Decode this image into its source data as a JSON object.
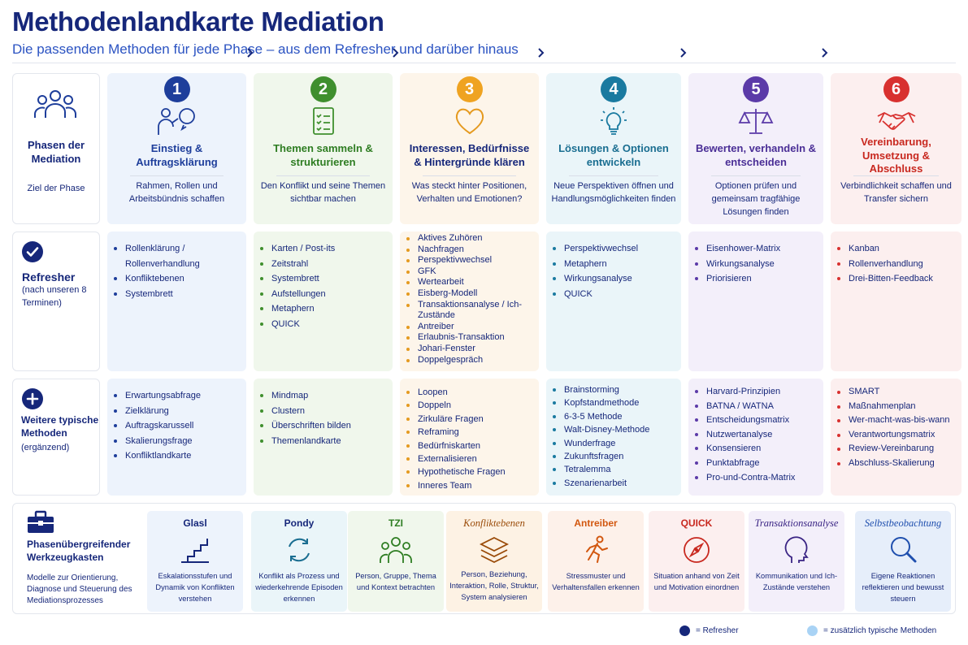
{
  "header": {
    "title": "Methodenlandkarte Mediation",
    "subtitle": "Die passenden Methoden für jede Phase – aus dem Refresher und darüber hinaus"
  },
  "labels": {
    "phases_title": "Phasen der Mediation",
    "phases_sub": "Ziel der Phase",
    "refresher_title": "Refresher",
    "refresher_sub": "(nach unseren 8 Terminen)",
    "more_title": "Weitere typische Methoden",
    "more_sub": "(ergänzend)"
  },
  "phases": [
    {
      "number": "1",
      "name": "Einstieg & Auftragsklärung",
      "goal": "Rahmen, Rollen und Arbeitsbündnis schaffen",
      "accent": "#1e3e9b",
      "icon": "people-dialog-icon",
      "refresher": [
        "Rollenklärung / Rollenverhandlung",
        "Konfliktebenen",
        "Systembrett"
      ],
      "more": [
        "Erwartungsabfrage",
        "Zielklärung",
        "Auftragskarussell",
        "Skalierungsfrage",
        "Konfliktlandkarte"
      ]
    },
    {
      "number": "2",
      "name": "Themen sammeln & strukturieren",
      "goal": "Den Konflikt und seine Themen sichtbar machen",
      "accent": "#3f8f2e",
      "icon": "checklist-icon",
      "refresher": [
        "Karten / Post-its",
        "Zeitstrahl",
        "Systembrett",
        "Aufstellungen",
        "Metaphern",
        "QUICK"
      ],
      "more": [
        "Mindmap",
        "Clustern",
        "Überschriften bilden",
        "Themenlandkarte"
      ]
    },
    {
      "number": "3",
      "name": "Interessen, Bedürfnisse & Hintergründe klären",
      "goal": "Was steckt hinter Positionen, Verhalten und Emotionen?",
      "accent": "#e59a1f",
      "icon": "heart-icon",
      "refresher": [
        "Aktives Zuhören",
        "Nachfragen",
        "Perspektivwechsel",
        "GFK",
        "Wertearbeit",
        "Eisberg-Modell",
        "Transaktionsanalyse / Ich-Zustände",
        "Antreiber",
        "Erlaubnis-Transaktion",
        "Johari-Fenster",
        "Doppelgespräch"
      ],
      "more": [
        "Loopen",
        "Doppeln",
        "Zirkuläre Fragen",
        "Reframing",
        "Bedürfniskarten",
        "Externalisieren",
        "Hypothetische Fragen",
        "Inneres Team"
      ]
    },
    {
      "number": "4",
      "name": "Lösungen & Optionen entwickeln",
      "goal": "Neue Perspektiven öffnen und Handlungsmöglichkeiten finden",
      "accent": "#1a7aa0",
      "icon": "lightbulb-icon",
      "refresher": [
        "Perspektivwechsel",
        "Metaphern",
        "Wirkungsanalyse",
        "QUICK"
      ],
      "more": [
        "Brainstorming",
        "Kopfstandmethode",
        "6-3-5 Methode",
        "Walt-Disney-Methode",
        "Wunderfrage",
        "Zukunftsfragen",
        "Tetralemma",
        "Szenarienarbeit"
      ]
    },
    {
      "number": "5",
      "name": "Bewerten, verhandeln & entscheiden",
      "goal": "Optionen prüfen und gemeinsam tragfähige Lösungen finden",
      "accent": "#5b3aa8",
      "icon": "scales-icon",
      "refresher": [
        "Eisenhower-Matrix",
        "Wirkungsanalyse",
        "Priorisieren"
      ],
      "more": [
        "Harvard-Prinzipien",
        "BATNA / WATNA",
        "Entscheidungsmatrix",
        "Nutzwertanalyse",
        "Konsensieren",
        "Punktabfrage",
        "Pro-und-Contra-Matrix"
      ]
    },
    {
      "number": "6",
      "name": "Vereinbarung, Umsetzung & Abschluss",
      "goal": "Verbindlichkeit schaffen und Transfer sichern",
      "accent": "#d8312f",
      "icon": "handshake-icon",
      "refresher": [
        "Kanban",
        "Rollenverhandlung",
        "Drei-Bitten-Feedback"
      ],
      "more": [
        "SMART",
        "Maßnahmenplan",
        "Wer-macht-was-bis-wann",
        "Verantwortungsmatrix",
        "Review-Vereinbarung",
        "Abschluss-Skalierung"
      ]
    }
  ],
  "toolbox": {
    "title": "Phasenübergreifender Werkzeugkasten",
    "description": "Modelle zur Orientierung, Diagnose und Steuerung des Mediationsprozesses",
    "tools": [
      {
        "name": "Glasl",
        "desc": "Eskalationsstufen und Dynamik von Konflikten verstehen",
        "icon": "stairs-icon",
        "bg": "#edf3fc",
        "color": "#16277a"
      },
      {
        "name": "Pondy",
        "desc": "Konflikt als Prozess und wiederkehrende Episoden erkennen",
        "icon": "cycle-icon",
        "bg": "#eaf5f9",
        "color": "#16277a"
      },
      {
        "name": "TZI",
        "desc": "Person, Gruppe, Thema und Kontext betrachten",
        "icon": "group-icon",
        "bg": "#f0f7ec",
        "color": "#2e7d22"
      },
      {
        "name": "Konfliktebenen",
        "desc": "Person, Beziehung, Interaktion, Rolle, Struktur, System analysieren",
        "icon": "layers-icon",
        "bg": "#fdf2e4",
        "color": "#9a4b08"
      },
      {
        "name": "Antreiber",
        "desc": "Stressmuster und Verhaltensfallen erkennen",
        "icon": "runner-icon",
        "bg": "#fdf1ea",
        "color": "#d2570f"
      },
      {
        "name": "QUICK",
        "desc": "Situation anhand von Zeit und Motivation einordnen",
        "icon": "compass-icon",
        "bg": "#fcefef",
        "color": "#c8281f"
      },
      {
        "name": "Transaktionsanalyse",
        "desc": "Kommunikation und Ich-Zustände verstehen",
        "icon": "head-profile-icon",
        "bg": "#f3effa",
        "color": "#3a2484"
      },
      {
        "name": "Selbstbeobachtung",
        "desc": "Eigene Reaktionen reflektieren und bewusst steuern",
        "icon": "magnifier-icon",
        "bg": "#e6eefa",
        "color": "#1f4fae"
      }
    ]
  },
  "legend": [
    {
      "label": "= Refresher",
      "color": "#16277a"
    },
    {
      "label": "= zusätzlich typische Methoden",
      "color": "#a9d3f5"
    }
  ]
}
